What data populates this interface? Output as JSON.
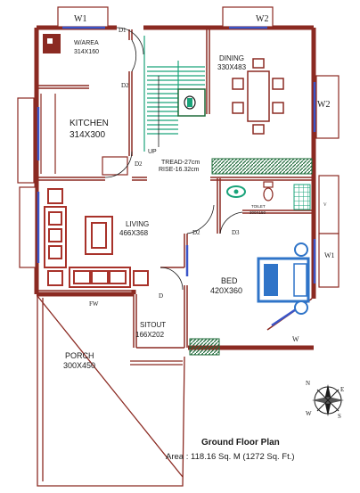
{
  "plan": {
    "title": "Ground Floor Plan",
    "area": "Area : 118.16 Sq. M (1272 Sq. Ft.)"
  },
  "rooms": {
    "warea": {
      "name": "W/AREA",
      "size": "314X160"
    },
    "kitchen": {
      "name": "KITCHEN",
      "size": "314X300"
    },
    "dining": {
      "name": "DINING",
      "size": "330X483"
    },
    "living": {
      "name": "LIVING",
      "size": "466X368"
    },
    "bed": {
      "name": "BED",
      "size": "420X360"
    },
    "sitout": {
      "name": "SITOUT",
      "size": "166X202"
    },
    "porch": {
      "name": "PORCH",
      "size": "300X450"
    },
    "toilet": {
      "name": "TOILET",
      "size": "300X150"
    }
  },
  "stair": {
    "tread": "TREAD-27cm",
    "rise": "RISE-16.32cm",
    "up": "UP"
  },
  "labels": {
    "d1": "D1",
    "d2_kitchen": "D2",
    "d2_stair": "D2",
    "d2_bed": "D2",
    "d3": "D3",
    "d": "D",
    "w1_top": "W1",
    "w2_top": "W2",
    "w2_right": "W2",
    "w1_right": "W1",
    "w_bottom": "W",
    "fw": "FW",
    "v": "V"
  },
  "compass": {
    "n": "N",
    "e": "E",
    "s": "S",
    "w": "W"
  },
  "colors": {
    "wall": "#8b2a22",
    "window": "#3a55c8",
    "green": "#1f6b3a",
    "teal": "#1aa37a",
    "furniture": "#a8322a",
    "bedblue": "#2f74c8"
  }
}
